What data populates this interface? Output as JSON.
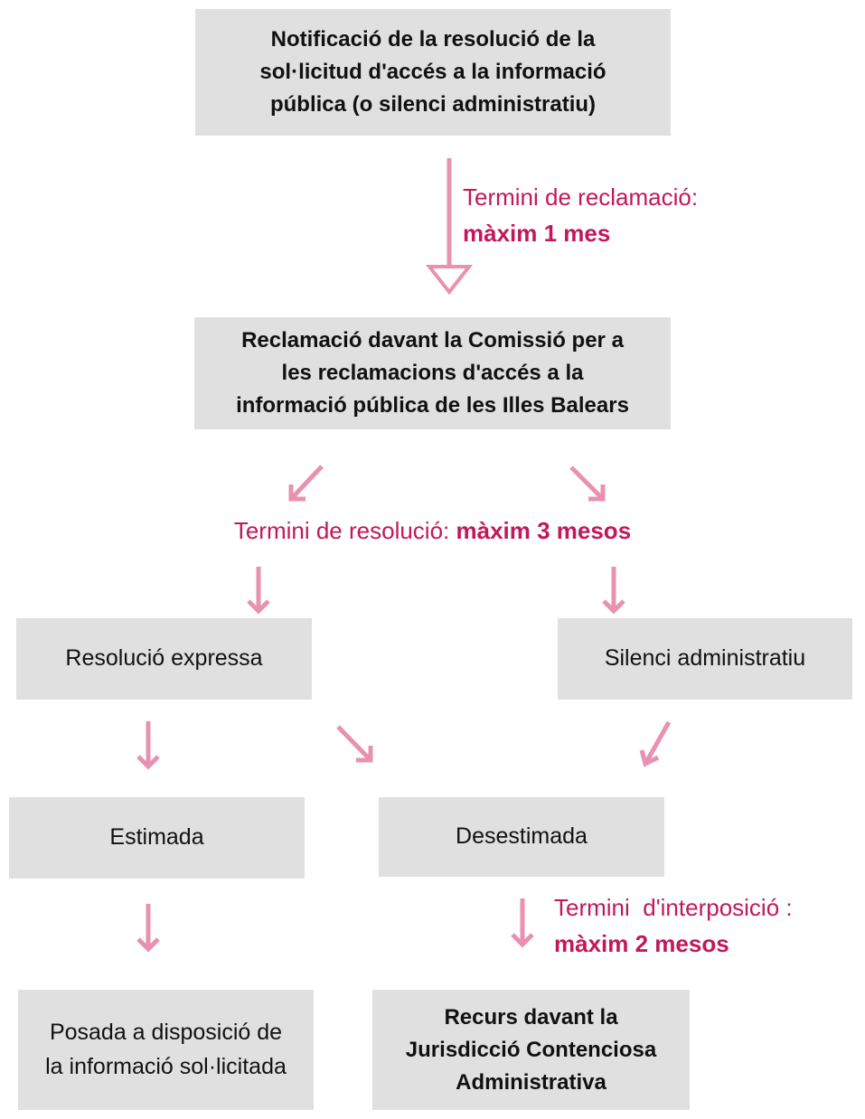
{
  "colors": {
    "box_fill": "#e0e0e0",
    "arrow": "#e891b0",
    "accent_text": "#c2185b",
    "text": "#111111"
  },
  "boxes": {
    "notification": "Notificació de la resolució de la\nsol·licitud d'accés a la informació\npública (o silenci administratiu)",
    "claim": "Reclamació davant la Comissió per a\nles reclamacions d'accés  a la\ninformació pública de les Illes Balears",
    "express_resolution": "Resolució expressa",
    "admin_silence": "Silenci administratiu",
    "upheld": "Estimada",
    "dismissed": "Desestimada",
    "info_available": "Posada a disposició de\nla informació sol·licitada",
    "appeal": "Recurs davant la\nJurisdicció Contenciosa\nAdministrativa"
  },
  "labels": {
    "claim_term": {
      "text": "Termini de reclamació:",
      "value": "màxim 1 mes"
    },
    "resolution_term": {
      "text": "Termini de resolució: ",
      "value": "màxim 3 mesos"
    },
    "filing_term": {
      "text": "Termini  d'interposició :",
      "value": "màxim 2 mesos"
    }
  }
}
